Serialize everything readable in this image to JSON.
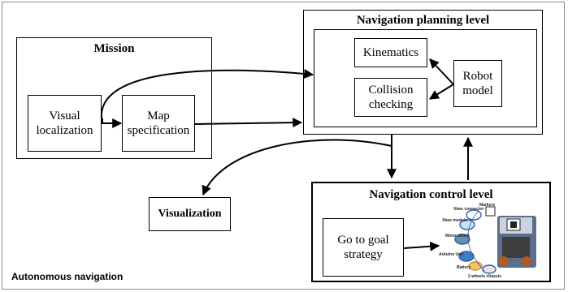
{
  "mission": {
    "title": "Mission",
    "visual_localization": "Visual\nlocalization",
    "map_specification": "Map\nspecification"
  },
  "navigation_planning": {
    "title": "Navigation planning level",
    "kinematics": "Kinematics",
    "collision_checking": "Collision\nchecking",
    "robot_model": "Robot\nmodel"
  },
  "visualization": "Visualization",
  "navigation_control": {
    "title": "Navigation control level",
    "go_to_goal": "Go to goal\nstrategy"
  },
  "robot_photo_labels": {
    "xbee_connector": "Xbee connector",
    "markers": "Markers",
    "xbee_module": "Xbee module",
    "motor_shield": "Motor\nshield",
    "arduino_uno": "Arduino Uno",
    "battery": "Battery",
    "two_wheels_chassis": "2-wheels chassis"
  },
  "footer": "Autonomous navigation"
}
